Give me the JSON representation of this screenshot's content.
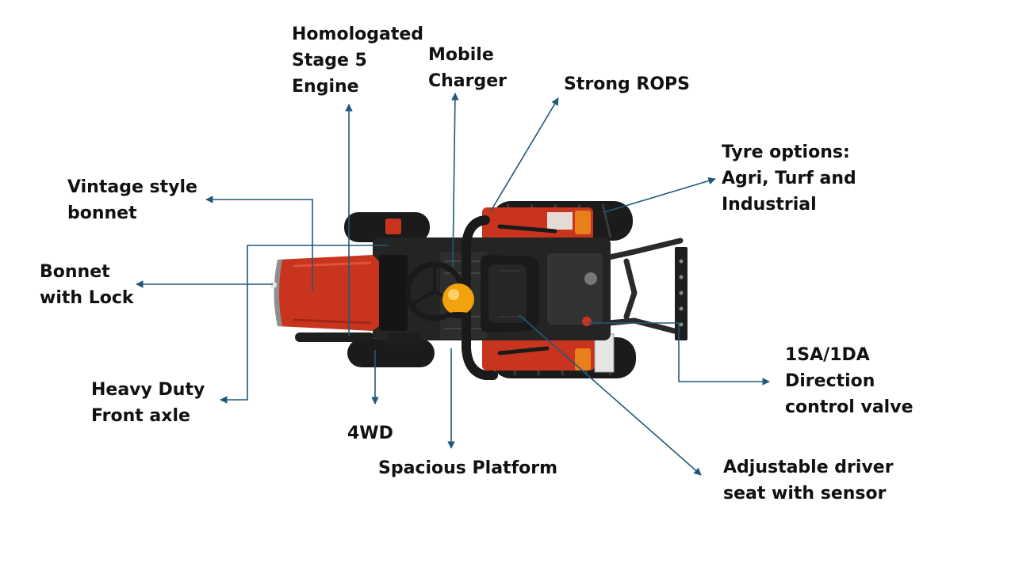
{
  "colors": {
    "leader": "#1f5a7a",
    "tractor_red": "#c9341f",
    "tractor_dark": "#1e1e1e",
    "beacon": "#f2a20c"
  },
  "callouts": [
    {
      "id": "homologated-engine",
      "lines": [
        "Homologated",
        "Stage 5",
        "Engine"
      ]
    },
    {
      "id": "mobile-charger",
      "lines": [
        "Mobile",
        "Charger"
      ]
    },
    {
      "id": "strong-rops",
      "lines": [
        "Strong ROPS"
      ]
    },
    {
      "id": "tyre-options",
      "lines": [
        "Tyre options:",
        "Agri, Turf and",
        "Industrial"
      ]
    },
    {
      "id": "vintage-bonnet",
      "lines": [
        "Vintage style",
        "bonnet"
      ]
    },
    {
      "id": "bonnet-lock",
      "lines": [
        "Bonnet",
        "with Lock"
      ]
    },
    {
      "id": "heavy-duty-axle",
      "lines": [
        "Heavy Duty",
        "Front axle"
      ]
    },
    {
      "id": "4wd",
      "lines": [
        "4WD"
      ]
    },
    {
      "id": "spacious-platform",
      "lines": [
        "Spacious Platform"
      ]
    },
    {
      "id": "direction-valve",
      "lines": [
        "1SA/1DA",
        "Direction",
        "control valve"
      ]
    },
    {
      "id": "driver-seat",
      "lines": [
        "Adjustable driver",
        "seat with sensor"
      ]
    }
  ]
}
